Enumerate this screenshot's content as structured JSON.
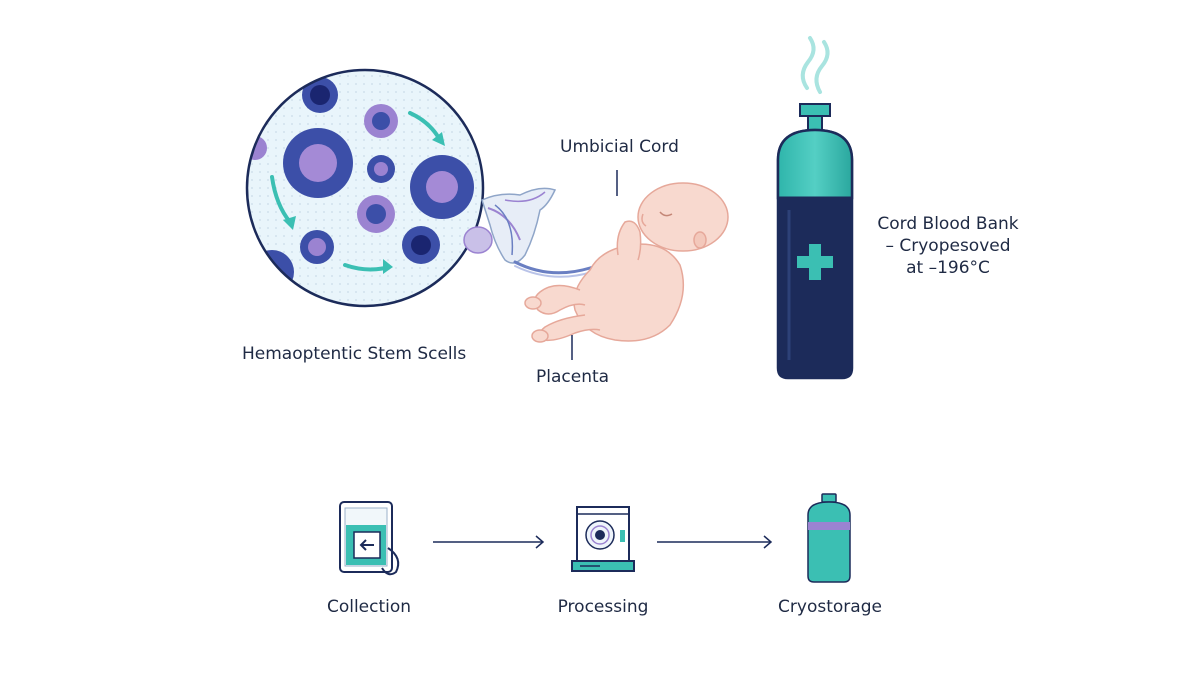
{
  "labels": {
    "stem_cells": "Hemaoptentic Stem Scells",
    "umbilical_cord": "Umbicial Cord",
    "placenta": "Placenta",
    "bank_line1": "Cord Blood Bank",
    "bank_line2": "– Cryopesoved",
    "bank_line3": "at –196°C"
  },
  "steps": [
    {
      "label": "Collection",
      "icon": "blood-bag-icon"
    },
    {
      "label": "Processing",
      "icon": "centrifuge-icon"
    },
    {
      "label": "Cryostorage",
      "icon": "cryo-vial-icon"
    }
  ],
  "colors": {
    "navy": "#1c2b5a",
    "teal": "#3bbfb3",
    "purple": "#9b83d1",
    "cell_blue": "#3c4fa8",
    "circle_bg": "#e9f5fb",
    "skin": "#f8d9cf"
  }
}
